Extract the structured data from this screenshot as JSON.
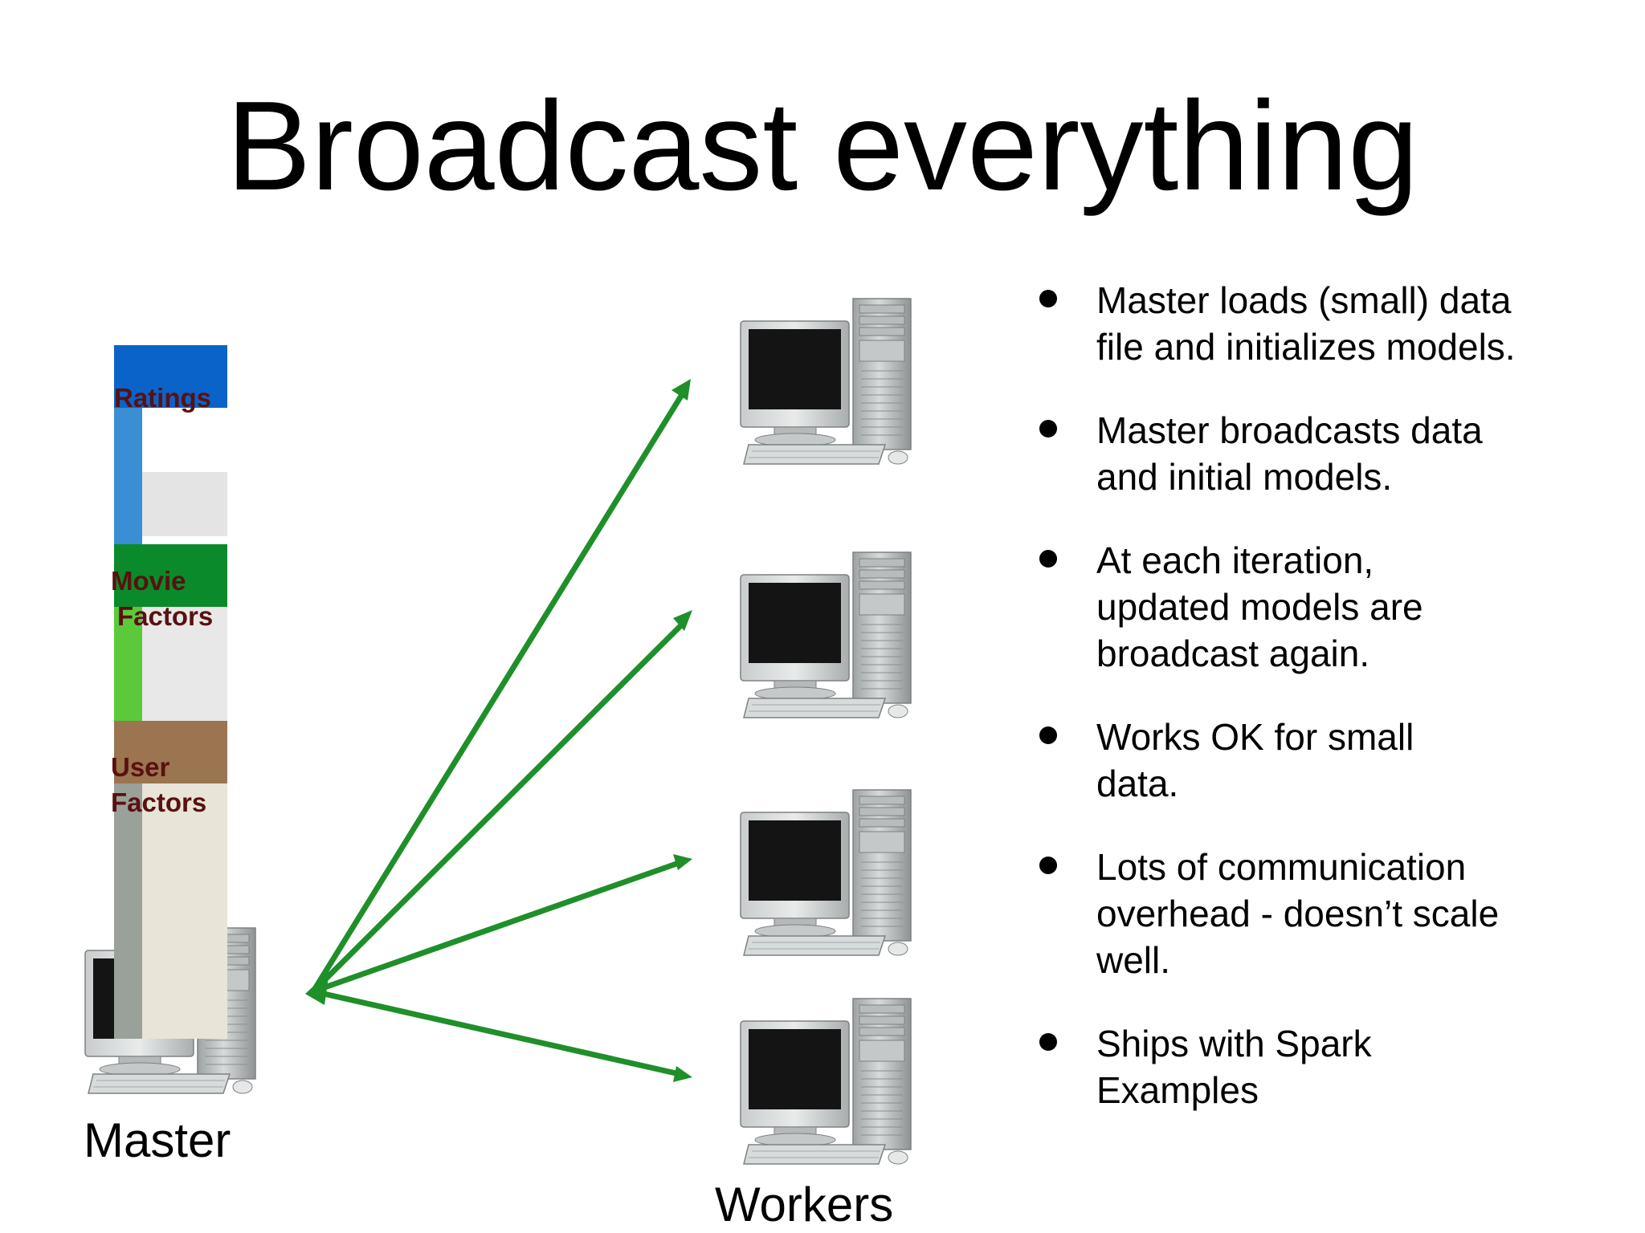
{
  "slide": {
    "title": "Broadcast everything",
    "master_label": "Master",
    "workers_label": "Workers",
    "data_stack": [
      {
        "label_lines": [
          "Ratings"
        ],
        "top_color": "#0a63c9",
        "side_color": "#3a8ed4",
        "body_color": "#e4e4e4"
      },
      {
        "label_lines": [
          "Movie",
          "Factors"
        ],
        "top_color": "#0a8a2a",
        "side_color": "#5cc93a",
        "body_color": "#e8e8e8"
      },
      {
        "label_lines": [
          "User",
          "Factors"
        ],
        "top_color": "#9a7550",
        "side_color": "#9aa09a",
        "body_color": "#e8e4d8"
      }
    ],
    "arrow_color": "#1f8f2a",
    "bullets": [
      "Master loads (small) data file and initializes models.",
      "Master broadcasts data and initial models.",
      "At each iteration, updated models are broadcast again.",
      "Works OK for small data.",
      "Lots of communication overhead - doesn’t scale well.",
      "Ships with Spark Examples"
    ]
  }
}
